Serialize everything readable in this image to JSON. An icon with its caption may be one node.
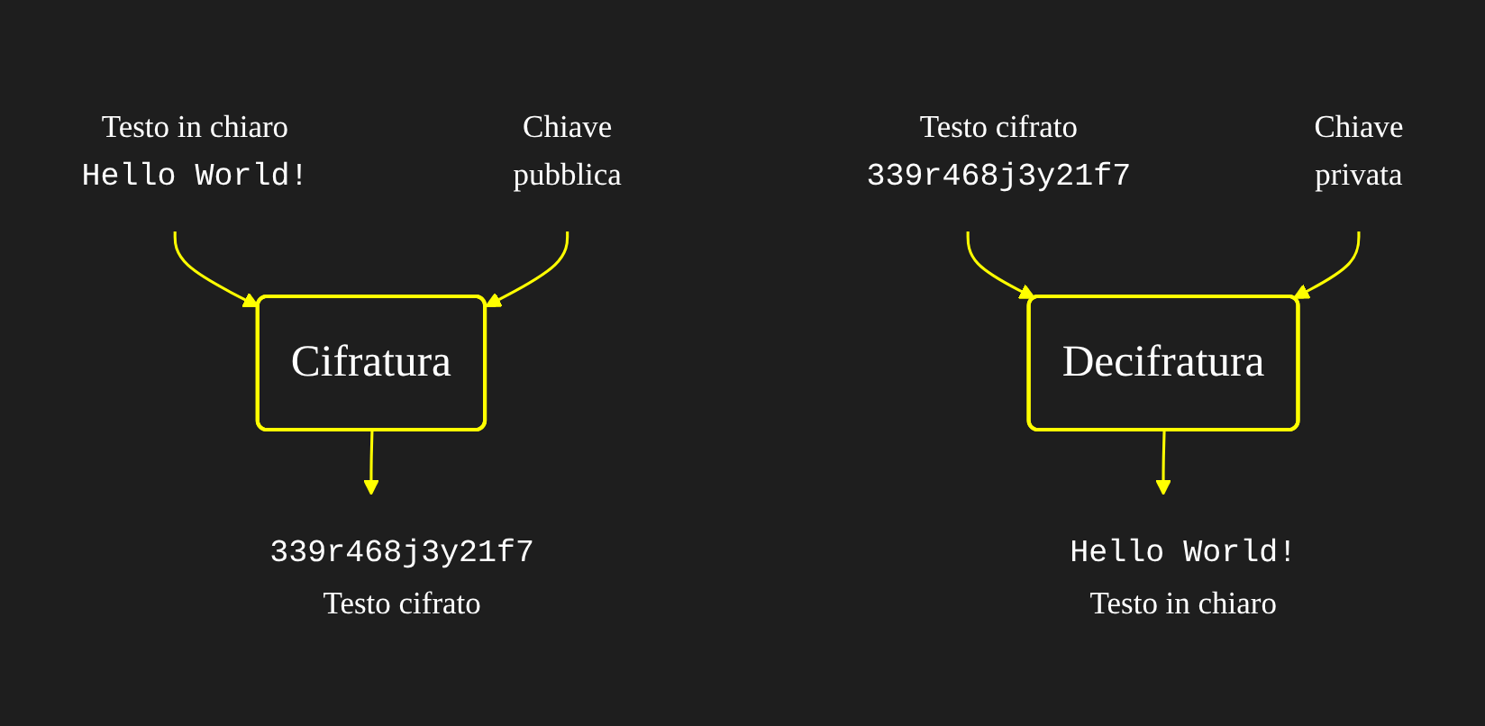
{
  "diagram": {
    "nodes": [
      {
        "text": [
          "Testo in chiaro",
          "Hello World!"
        ]
      },
      {
        "text": [
          "Cifratura"
        ]
      },
      {
        "text": [
          "Chiave",
          "pubblica"
        ]
      },
      {
        "text": [
          "339r468j3y21f7",
          "Testo cifrato"
        ]
      },
      {
        "text": [
          "Testo cifrato",
          "339r468j3y21f7"
        ]
      },
      {
        "text": [
          "Decifratura"
        ]
      },
      {
        "text": [
          "Chiave",
          "privata"
        ]
      },
      {
        "text": [
          "Hello World!",
          "Testo in chiaro"
        ]
      }
    ],
    "edges": [
      {
        "from": 0,
        "to": 1,
        "arrow": "to"
      },
      {
        "from": 2,
        "to": 1,
        "arrow": "to"
      },
      {
        "from": 1,
        "to": 3,
        "arrow": "to"
      },
      {
        "from": 4,
        "to": 5,
        "arrow": "to"
      },
      {
        "from": 6,
        "to": 5,
        "arrow": "to"
      },
      {
        "from": 5,
        "to": 7,
        "arrow": "to"
      }
    ]
  }
}
